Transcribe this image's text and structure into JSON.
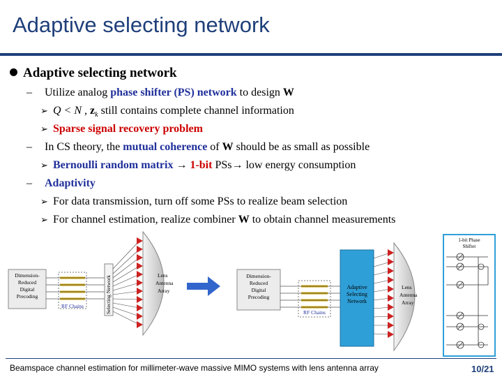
{
  "slide": {
    "title": "Adaptive selecting network",
    "heading": "Adaptive selecting network",
    "lines": {
      "l2_a": "Utilize analog ",
      "l2_b": "phase shifter (PS) network",
      "l2_c": " to design ",
      "l2_m": "W",
      "l3_m1": "Q < N",
      "l3_a": " , ",
      "l3_m2": "z",
      "l3_sub": "k",
      "l3_b": " still contains complete channel information",
      "l4": "Sparse signal recovery problem",
      "l5_a": "In CS theory, the ",
      "l5_b": "mutual coherence",
      "l5_c": " of ",
      "l5_m": "W",
      "l5_d": " should be as small as possible",
      "l6_a": "Bernoulli random matrix",
      "l6_arrow1": " → ",
      "l6_b": "1-bit",
      "l6_c": " PSs",
      "l6_arrow2": "→",
      "l6_d": " low energy consumption",
      "l7": "Adaptivity",
      "l8": "For data transmission, turn off some PSs to realize beam selection",
      "l9_a": "For channel estimation, realize combiner ",
      "l9_m": "W",
      "l9_b": " to obtain channel measurements"
    },
    "diagram": {
      "left_block": [
        "Dimension-",
        "Reduced",
        "Digital",
        "Precoding"
      ],
      "left_rf": "RF Chains",
      "left_selecting": "Selecting Network",
      "left_lens": [
        "Lens",
        "Antenna",
        "Array"
      ],
      "right_block": [
        "Dimension-",
        "Reduced",
        "Digital",
        "Precoding"
      ],
      "right_rf": "RF Chains",
      "right_adaptive": [
        "Adaptive",
        "Selecting",
        "Network"
      ],
      "right_lens": [
        "Lens",
        "Antenna",
        "Array"
      ],
      "ps_label": [
        "1-bit Phase",
        "Shifter"
      ]
    },
    "footer": "Beamspace channel estimation for millimeter-wave massive MIMO systems with lens antenna array",
    "page_number": "10/21",
    "colors": {
      "title": "#1f3f7a",
      "accent_blue": "#1f2f9a",
      "accent_red": "#cc0000",
      "network_blue": "#2f9fd8",
      "arrow_blue": "#3366cc"
    }
  }
}
